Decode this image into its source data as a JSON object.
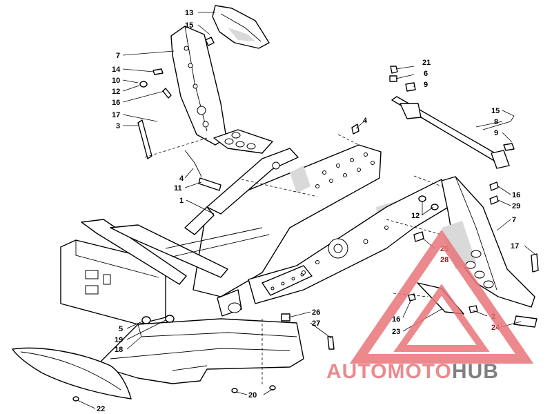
{
  "callouts": [
    {
      "id": "c13",
      "text": "13"
    },
    {
      "id": "c15a",
      "text": "15"
    },
    {
      "id": "c7a",
      "text": "7"
    },
    {
      "id": "c14",
      "text": "14"
    },
    {
      "id": "c10",
      "text": "10"
    },
    {
      "id": "c12a",
      "text": "12"
    },
    {
      "id": "c16a",
      "text": "16"
    },
    {
      "id": "c17a",
      "text": "17"
    },
    {
      "id": "c3",
      "text": "3"
    },
    {
      "id": "c4a",
      "text": "4"
    },
    {
      "id": "c11",
      "text": "11"
    },
    {
      "id": "c1",
      "text": "1"
    },
    {
      "id": "c4b",
      "text": "4"
    },
    {
      "id": "c21",
      "text": "21"
    },
    {
      "id": "c6",
      "text": "6"
    },
    {
      "id": "c9a",
      "text": "9"
    },
    {
      "id": "c15b",
      "text": "15"
    },
    {
      "id": "c8",
      "text": "8"
    },
    {
      "id": "c9b",
      "text": "9"
    },
    {
      "id": "c16b",
      "text": "16"
    },
    {
      "id": "c29",
      "text": "29"
    },
    {
      "id": "c12b",
      "text": "12"
    },
    {
      "id": "c7b",
      "text": "7"
    },
    {
      "id": "c25",
      "text": "25"
    },
    {
      "id": "c28",
      "text": "28"
    },
    {
      "id": "c17b",
      "text": "17"
    },
    {
      "id": "c16c",
      "text": "16"
    },
    {
      "id": "c2",
      "text": "2"
    },
    {
      "id": "c24",
      "text": "24"
    },
    {
      "id": "c23",
      "text": "23"
    },
    {
      "id": "c26",
      "text": "26"
    },
    {
      "id": "c27",
      "text": "27"
    },
    {
      "id": "c5",
      "text": "5"
    },
    {
      "id": "c19",
      "text": "19"
    },
    {
      "id": "c18",
      "text": "18"
    },
    {
      "id": "c20",
      "text": "20"
    },
    {
      "id": "c22",
      "text": "22"
    }
  ],
  "watermark": {
    "part1": "AUTOMOTO",
    "part2": "HUB",
    "color_primary": "#e8757a",
    "color_secondary": "#6a6a6a"
  }
}
